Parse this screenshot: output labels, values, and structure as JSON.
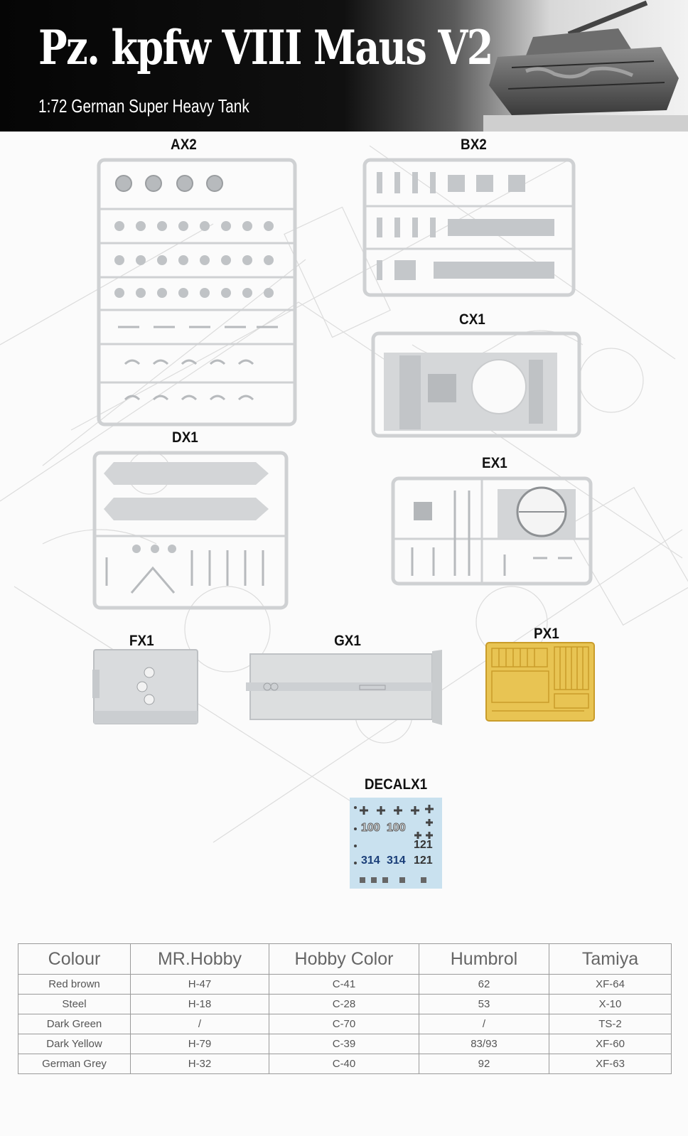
{
  "header": {
    "title": "Pz. kpfw VIII Maus V2",
    "subtitle": "1:72 German Super Heavy Tank"
  },
  "sprues": [
    {
      "label": "AX2"
    },
    {
      "label": "BX2"
    },
    {
      "label": "CX1"
    },
    {
      "label": "DX1"
    },
    {
      "label": "EX1"
    },
    {
      "label": "FX1"
    },
    {
      "label": "GX1"
    },
    {
      "label": "PX1"
    },
    {
      "label": "DECALX1"
    }
  ],
  "decal": {
    "numbers": [
      "100",
      "100",
      "121",
      "314",
      "314",
      "121"
    ]
  },
  "colors": {
    "photo_etch": "#e8c453",
    "sprue_grey": "#dcdedf",
    "decal_blue": "#c9e1ef"
  },
  "paint_table": {
    "headers": [
      "Colour",
      "MR.Hobby",
      "Hobby Color",
      "Humbrol",
      "Tamiya"
    ],
    "rows": [
      [
        "Red brown",
        "H-47",
        "C-41",
        "62",
        "XF-64"
      ],
      [
        "Steel",
        "H-18",
        "C-28",
        "53",
        "X-10"
      ],
      [
        "Dark Green",
        "/",
        "C-70",
        "/",
        "TS-2"
      ],
      [
        "Dark Yellow",
        "H-79",
        "C-39",
        "83/93",
        "XF-60"
      ],
      [
        "German Grey",
        "H-32",
        "C-40",
        "92",
        "XF-63"
      ]
    ]
  }
}
